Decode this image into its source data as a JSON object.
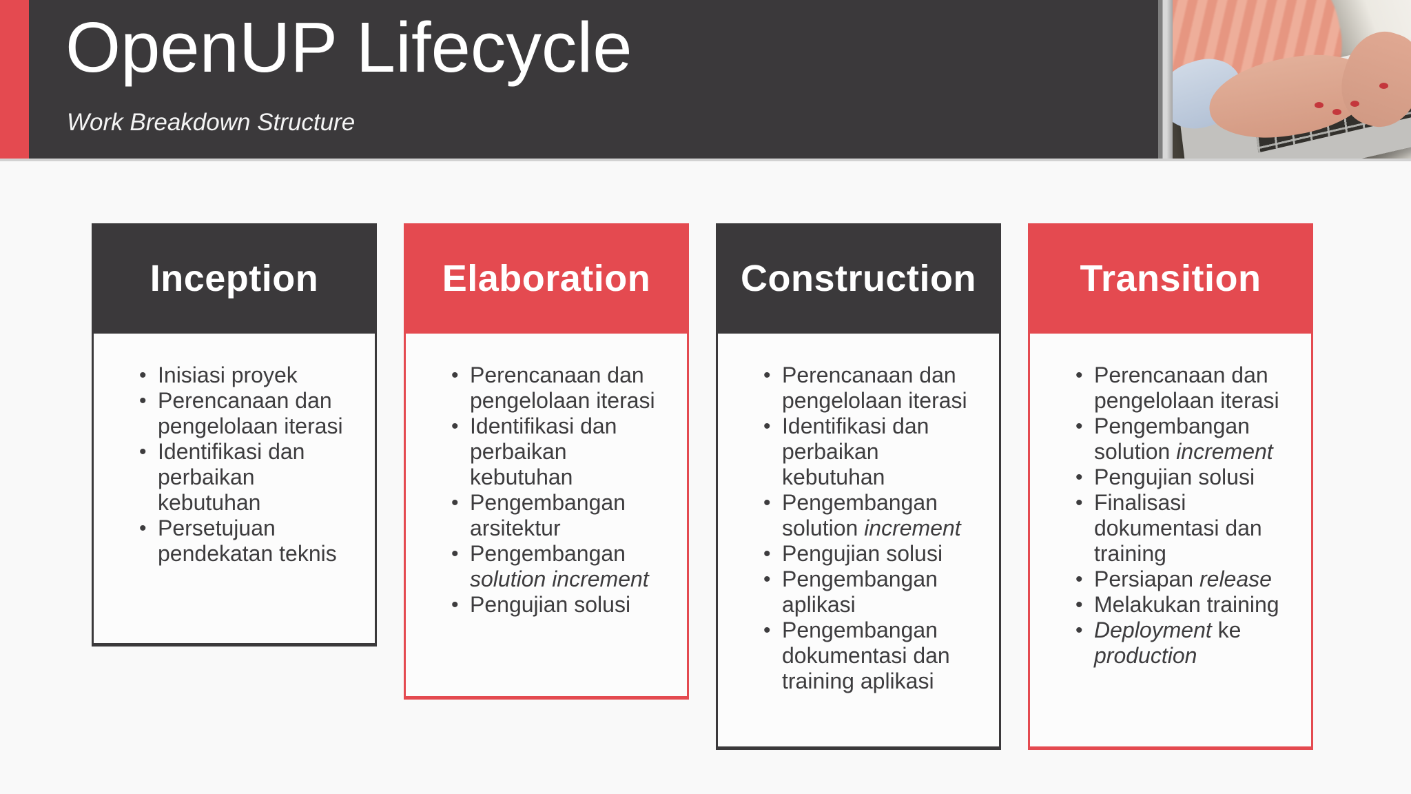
{
  "slide": {
    "title": "OpenUP Lifecycle",
    "subtitle": "Work Breakdown Structure",
    "photo_description": "hands-typing-on-laptop"
  },
  "colors": {
    "accent_red": "#e44a50",
    "accent_dark": "#3b393b",
    "text": "#3d3c3e",
    "header_text": "#ffffff"
  },
  "columns": [
    {
      "label": "Inception",
      "accent": "dark",
      "items": [
        [
          {
            "t": "Inisiasi proyek"
          }
        ],
        [
          {
            "t": "Perencanaan dan pengelolaan iterasi"
          }
        ],
        [
          {
            "t": "Identifikasi dan perbaikan kebutuhan"
          }
        ],
        [
          {
            "t": "Persetujuan pendekatan teknis"
          }
        ]
      ]
    },
    {
      "label": "Elaboration",
      "accent": "red",
      "items": [
        [
          {
            "t": "Perencanaan dan pengelolaan iterasi"
          }
        ],
        [
          {
            "t": "Identifikasi dan perbaikan kebutuhan"
          }
        ],
        [
          {
            "t": "Pengembangan arsitektur"
          }
        ],
        [
          {
            "t": "Pengembangan "
          },
          {
            "t": "solution increment",
            "i": true
          }
        ],
        [
          {
            "t": "Pengujian solusi"
          }
        ]
      ]
    },
    {
      "label": "Construction",
      "accent": "dark",
      "items": [
        [
          {
            "t": "Perencanaan dan pengelolaan iterasi"
          }
        ],
        [
          {
            "t": "Identifikasi dan perbaikan kebutuhan"
          }
        ],
        [
          {
            "t": "Pengembangan solution "
          },
          {
            "t": "increment",
            "i": true
          }
        ],
        [
          {
            "t": "Pengujian solusi"
          }
        ],
        [
          {
            "t": "Pengembangan aplikasi"
          }
        ],
        [
          {
            "t": "Pengembangan dokumentasi dan training aplikasi"
          }
        ]
      ]
    },
    {
      "label": "Transition",
      "accent": "red",
      "items": [
        [
          {
            "t": "Perencanaan dan pengelolaan iterasi"
          }
        ],
        [
          {
            "t": "Pengembangan solution "
          },
          {
            "t": "increment",
            "i": true
          }
        ],
        [
          {
            "t": "Pengujian solusi"
          }
        ],
        [
          {
            "t": "Finalisasi dokumentasi dan training"
          }
        ],
        [
          {
            "t": "Persiapan "
          },
          {
            "t": "release",
            "i": true
          }
        ],
        [
          {
            "t": "Melakukan training"
          }
        ],
        [
          {
            "t": "Deployment",
            "i": true
          },
          {
            "t": " ke "
          },
          {
            "t": "production",
            "i": true
          }
        ]
      ]
    }
  ]
}
